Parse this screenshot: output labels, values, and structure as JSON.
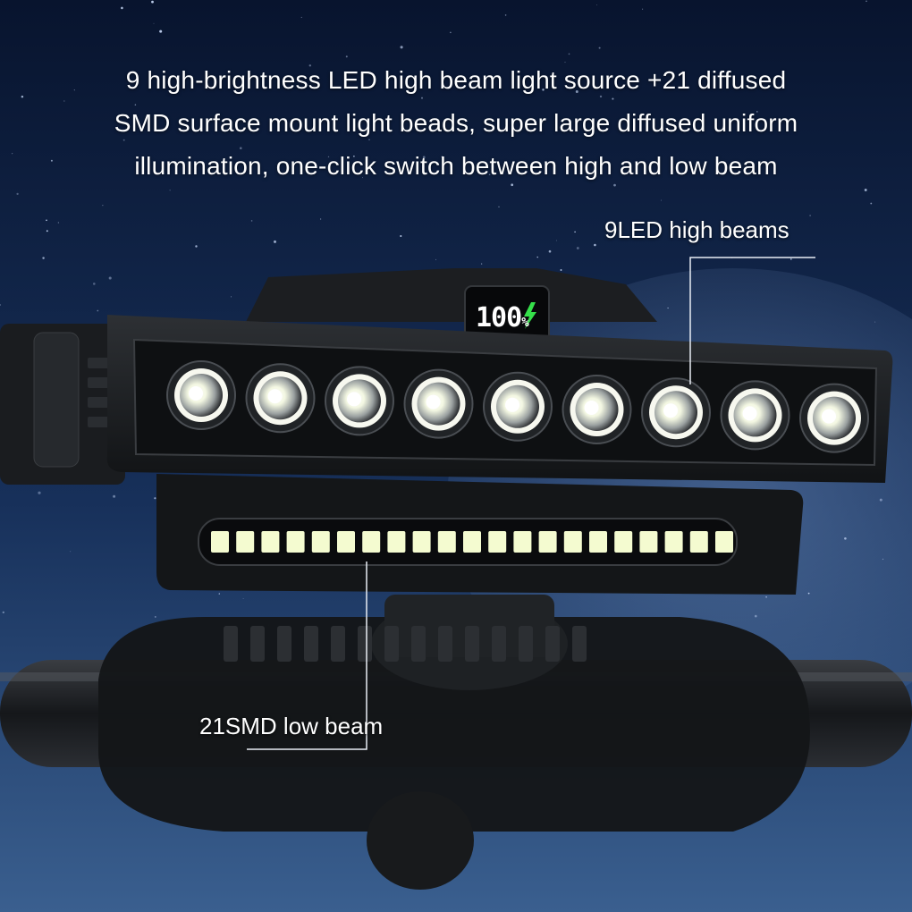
{
  "headline": {
    "line1": "9 high-brightness LED high beam light source +21 diffused",
    "line2": "SMD surface mount light beads, super large diffused uniform",
    "line3": "illumination, one-click switch between high and low beam"
  },
  "callouts": {
    "high_beam": "9LED high beams",
    "low_beam": "21SMD low beam"
  },
  "display": {
    "battery_value": "100",
    "battery_unit": "%",
    "charge_icon": "lightning-bolt-icon"
  },
  "product": {
    "high_beam_led_count": 9,
    "low_beam_smd_count": 21
  },
  "colors": {
    "sky_top": "#0b1a38",
    "sky_bottom": "#2a4a78",
    "housing": "#16181b",
    "led_glow": "#fbfde8",
    "smd_glow": "#f4fbd0",
    "charge_green": "#35e04a",
    "text": "#ffffff"
  }
}
